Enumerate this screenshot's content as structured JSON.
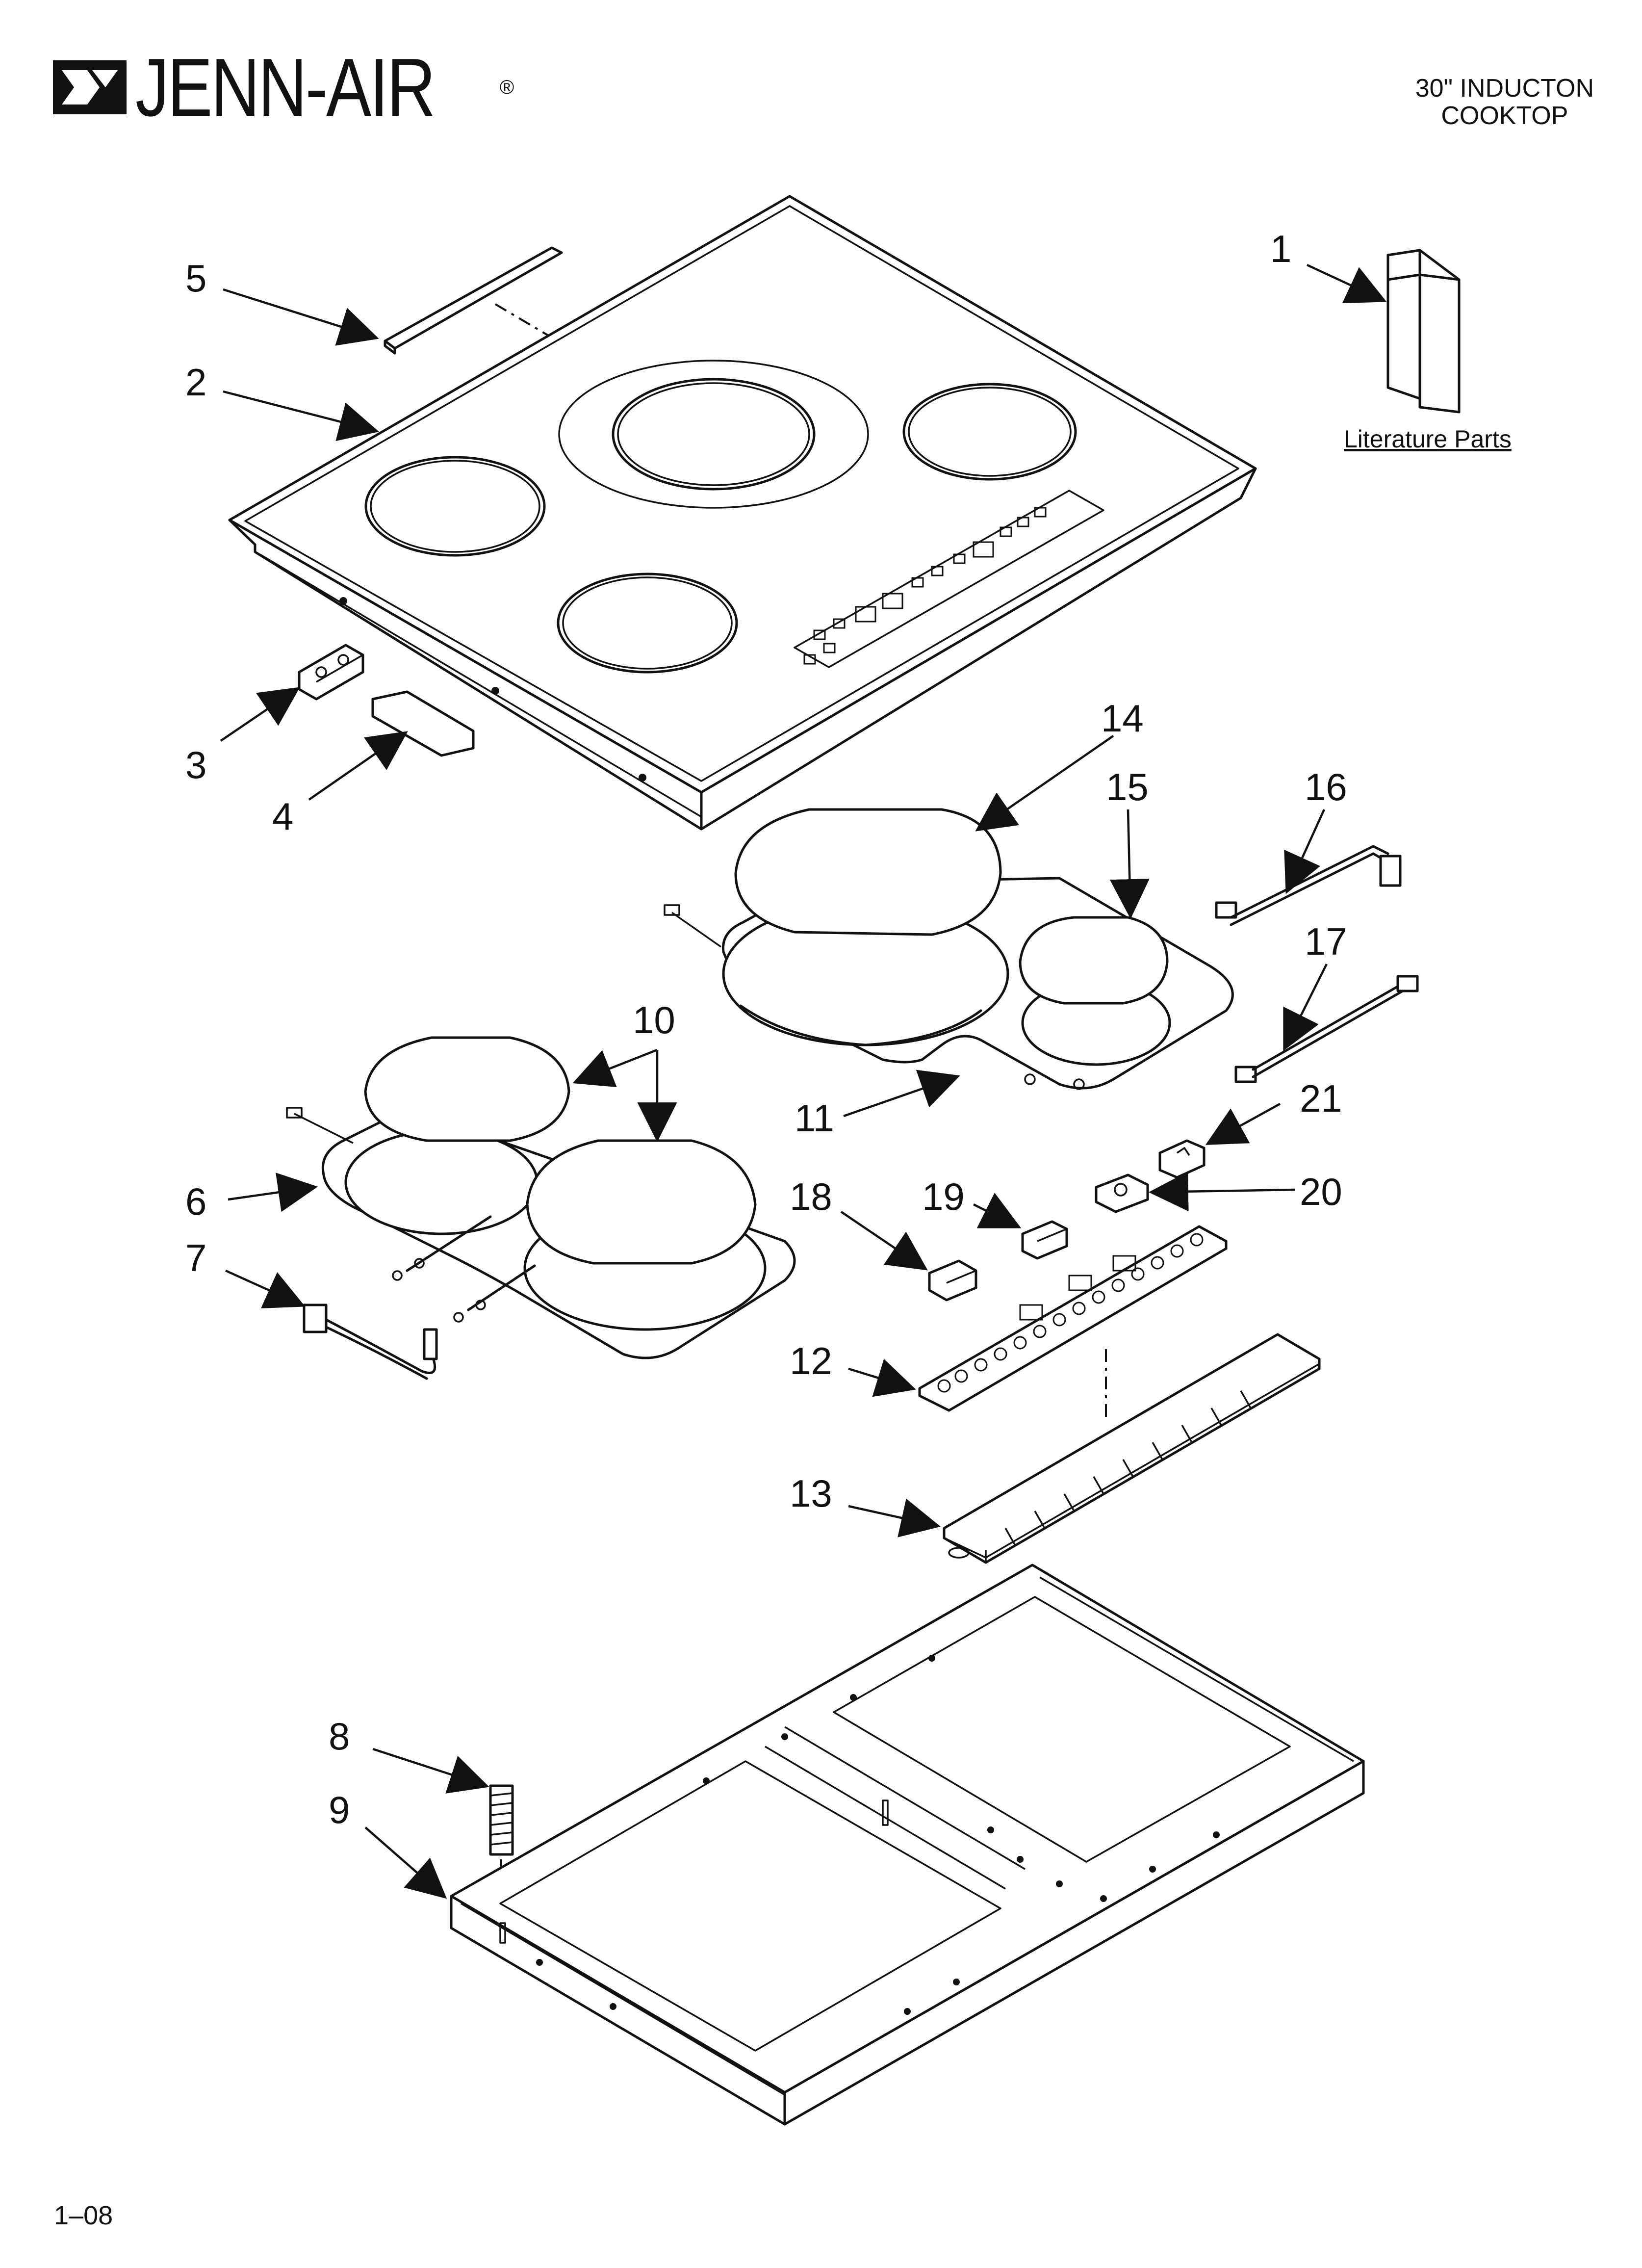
{
  "header": {
    "brand": "JENN-AIR",
    "brand_mark": "®",
    "product_title_line1": "30\" INDUCTON",
    "product_title_line2": "COOKTOP"
  },
  "literature_label": "Literature Parts",
  "footer_code": "1–08",
  "callouts": [
    "1",
    "2",
    "3",
    "4",
    "5",
    "6",
    "7",
    "8",
    "9",
    "10",
    "11",
    "12",
    "13",
    "14",
    "15",
    "16",
    "17",
    "18",
    "19",
    "20",
    "21"
  ],
  "icons": [
    "jenn-air-logo-icon"
  ]
}
